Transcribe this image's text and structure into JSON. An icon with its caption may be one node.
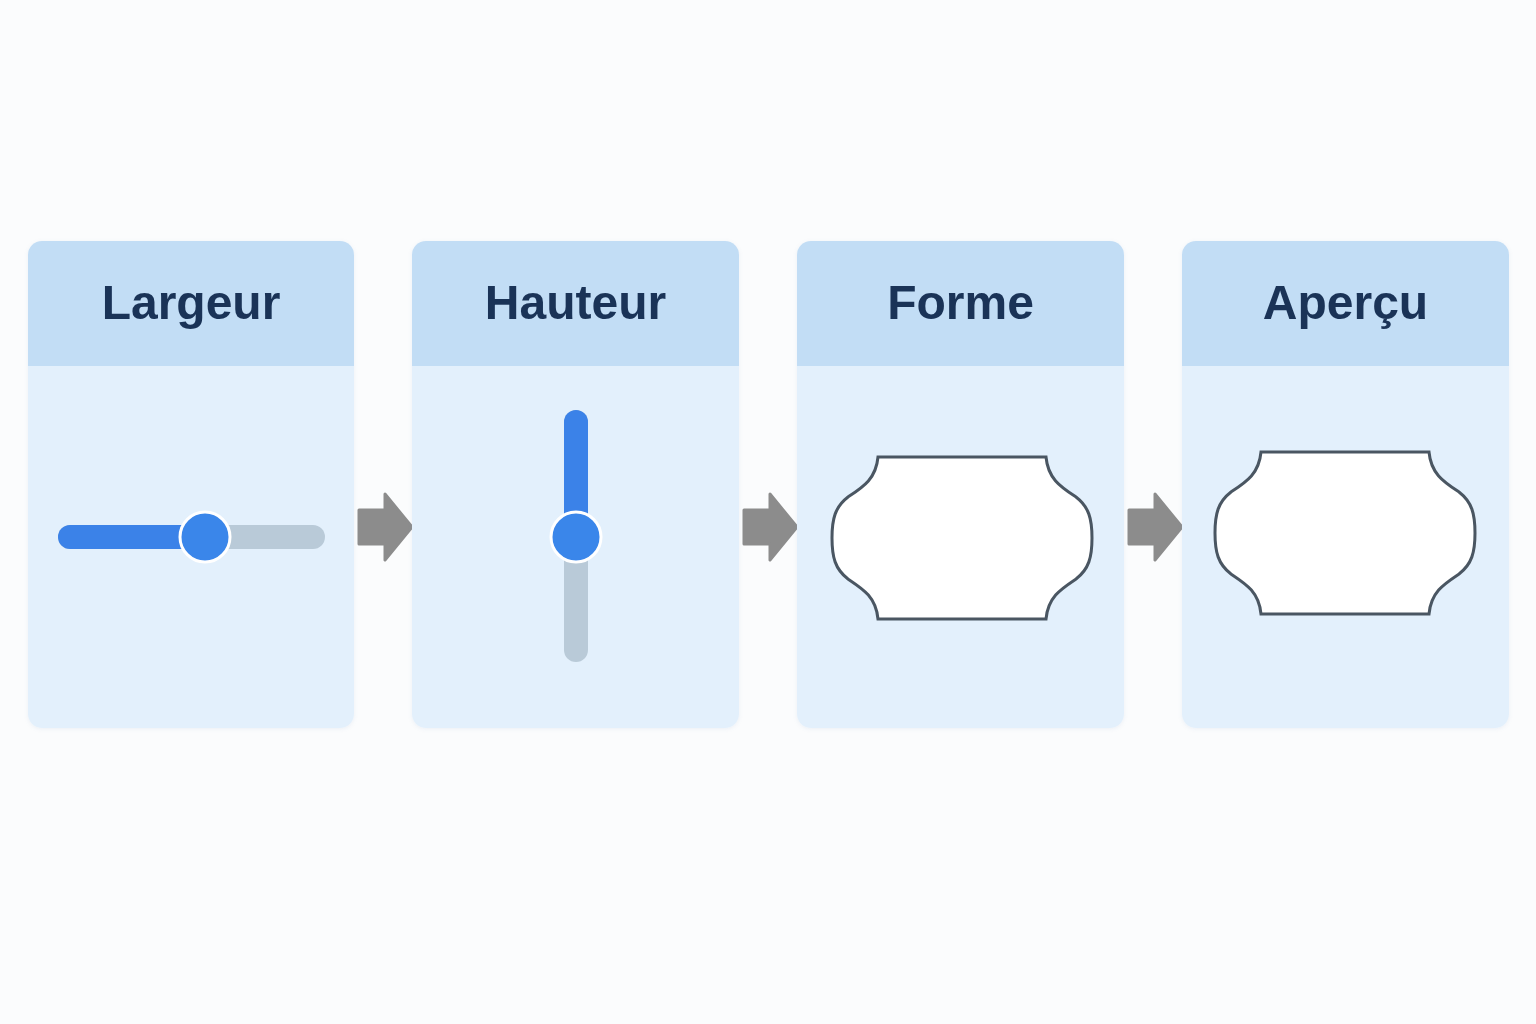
{
  "diagram": {
    "nodes": [
      {
        "text": [
          "Largeur"
        ]
      },
      {
        "text": [
          "Hauteur"
        ]
      },
      {
        "text": [
          "Forme"
        ]
      },
      {
        "text": [
          "Aperçu"
        ]
      }
    ],
    "edges": [
      {
        "from": 0,
        "to": 1,
        "arrow": "to",
        "style": "thick"
      },
      {
        "from": 1,
        "to": 2,
        "arrow": "to",
        "style": "thick"
      },
      {
        "from": 2,
        "to": 3,
        "arrow": "to",
        "style": "thick"
      }
    ]
  }
}
